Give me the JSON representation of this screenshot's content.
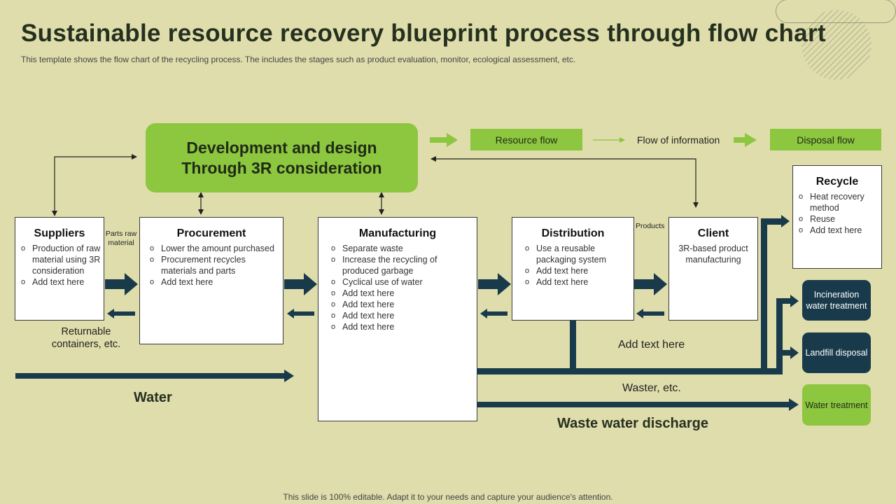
{
  "title": "Sustainable resource recovery blueprint process through flow chart",
  "subtitle": "This template shows the flow chart of the recycling process. The includes the stages such as product evaluation, monitor, ecological assessment, etc.",
  "footer": "This slide is 100% editable. Adapt it to your needs and capture your audience's attention.",
  "colors": {
    "background": "#dfddac",
    "green": "#8dc63f",
    "navy": "#183a4b"
  },
  "development": {
    "line1": "Development and design",
    "line2": "Through 3R consideration"
  },
  "legend": {
    "resource": "Resource flow",
    "information": "Flow of information",
    "disposal": "Disposal flow"
  },
  "suppliers": {
    "title": "Suppliers",
    "items": [
      "Production of raw material using 3R consideration",
      "Add text here"
    ]
  },
  "parts_label": {
    "line1": "Parts raw",
    "line2": "material"
  },
  "procurement": {
    "title": "Procurement",
    "items": [
      "Lower the amount purchased",
      "Procurement recycles materials and parts",
      "Add text here"
    ]
  },
  "manufacturing": {
    "title": "Manufacturing",
    "items": [
      "Separate waste",
      "Increase the recycling of produced garbage",
      "Cyclical use of water",
      "Add text here",
      "Add text here",
      "Add text here",
      "Add text here"
    ]
  },
  "distribution": {
    "title": "Distribution",
    "items": [
      "Use a reusable packaging system",
      "Add text here",
      "Add text here"
    ]
  },
  "products_label": "Products",
  "client": {
    "title": "Client",
    "text": "3R-based product manufacturing"
  },
  "recycle": {
    "title": "Recycle",
    "items": [
      "Heat recovery method",
      "Reuse",
      "Add text here"
    ]
  },
  "incineration": "Incineration water treatment",
  "landfill": "Landfill disposal",
  "water_treatment": "Water treatment",
  "returnable": {
    "line1": "Returnable",
    "line2": "containers, etc."
  },
  "water": "Water",
  "add_text": "Add text here",
  "waster": "Waster, etc.",
  "waste_water": "Waste water discharge"
}
